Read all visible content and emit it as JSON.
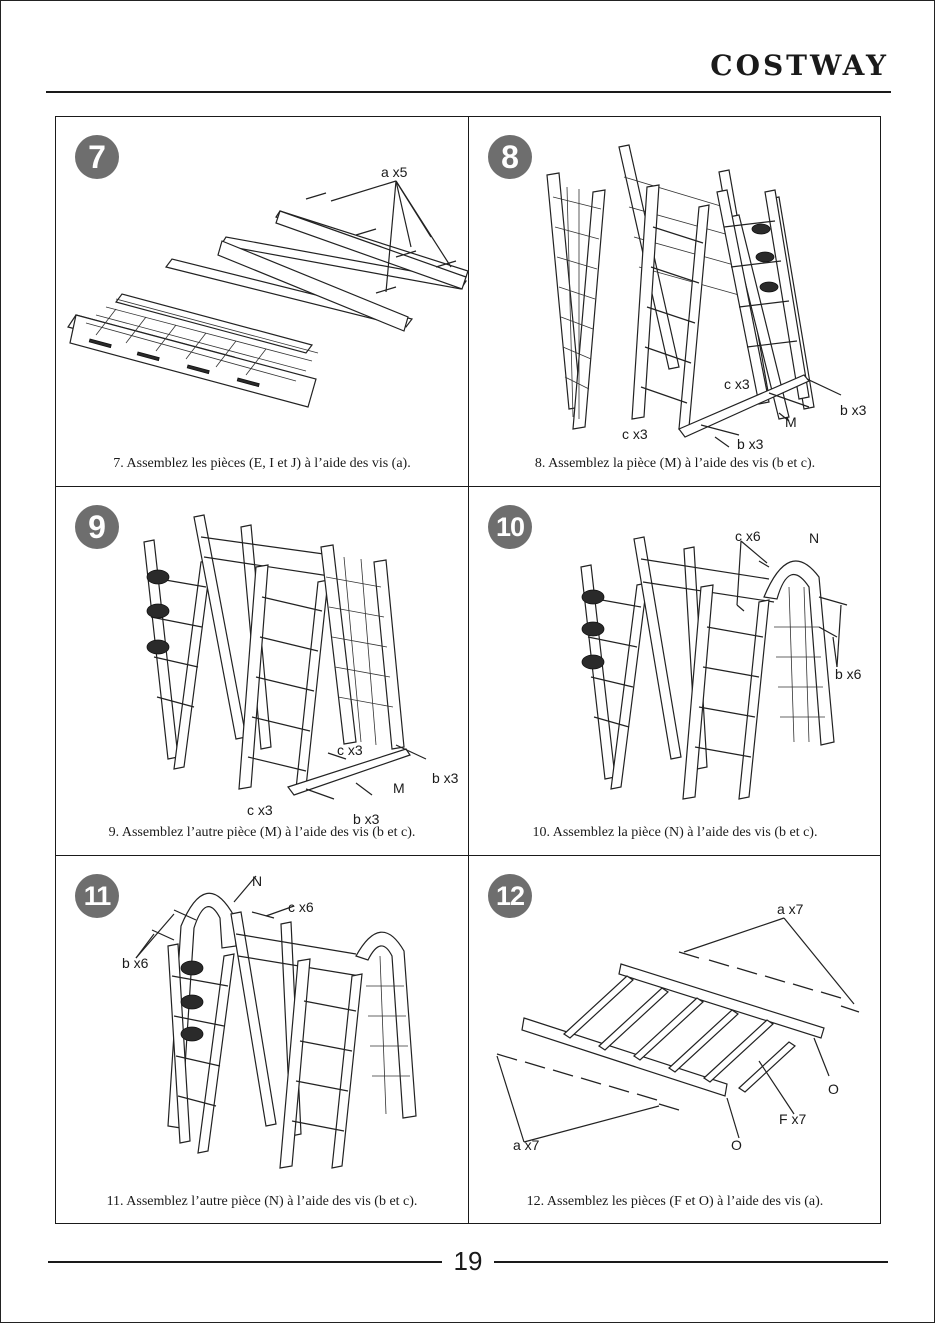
{
  "header": {
    "brand": "COSTWAY"
  },
  "steps": [
    {
      "number": "7",
      "caption": "7. Assemblez les pièces (E, I et J) à l’aide des vis (a).",
      "callouts": [
        "a x5"
      ]
    },
    {
      "number": "8",
      "caption": "8. Assemblez la pièce (M) à l’aide des vis (b et c).",
      "callouts": [
        "c x3",
        "b x3",
        "M",
        "c x3",
        "b x3"
      ]
    },
    {
      "number": "9",
      "caption": "9. Assemblez l’autre pièce (M) à l’aide des vis (b et c).",
      "callouts": [
        "c x3",
        "b x3",
        "M",
        "c x3",
        "b x3"
      ]
    },
    {
      "number": "10",
      "caption": "10. Assemblez la pièce (N) à l’aide des vis (b et c).",
      "callouts": [
        "c x6",
        "N",
        "b x6"
      ]
    },
    {
      "number": "11",
      "caption": "11. Assemblez l’autre pièce (N) à l’aide des vis (b et c).",
      "callouts": [
        "N",
        "c x6",
        "b x6"
      ]
    },
    {
      "number": "12",
      "caption": "12. Assemblez les pièces (F et O) à l’aide des vis (a).",
      "callouts": [
        "a x7",
        "O",
        "F x7",
        "a x7",
        "O"
      ]
    }
  ],
  "footer": {
    "page_number": "19"
  }
}
